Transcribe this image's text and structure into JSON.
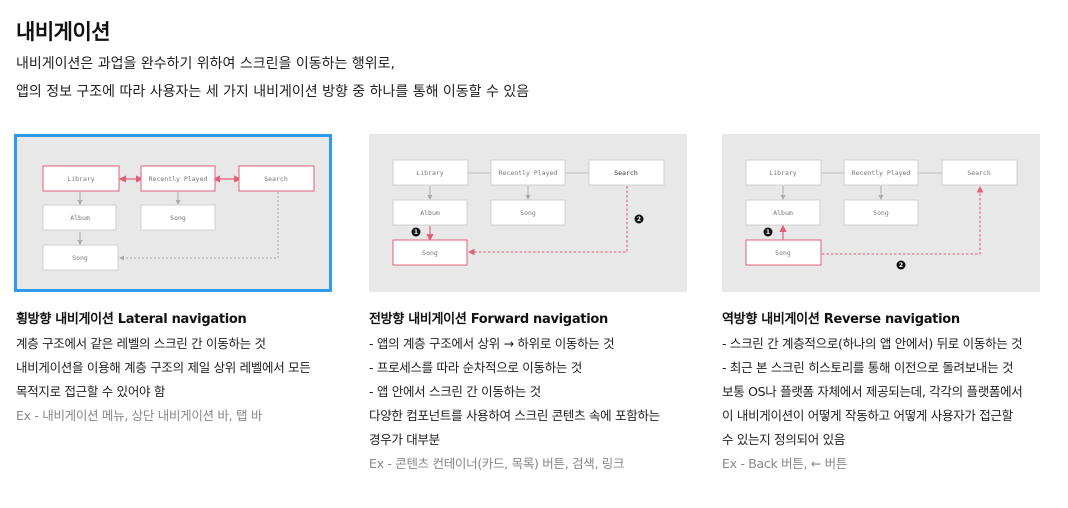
{
  "header": {
    "title": "내비게이션",
    "intro_lines": [
      "내비게이션은 과업을 완수하기 위하여 스크린을 이동하는 행위로,",
      "앱의 정보 구조에 따라 사용자는 세 가지 내비게이션 방향 중 하나를 통해 이동할 수 있음"
    ]
  },
  "colors": {
    "accent": "#e0607a",
    "selected_border": "#2f9bf0",
    "panel_bg": "#e8e8e8"
  },
  "diagrams": [
    {
      "library": "Library",
      "recently_played": "Recently Played",
      "search": "Search",
      "album": "Album",
      "song": "Song",
      "song2": "Song"
    },
    {
      "library": "Library",
      "recently_played": "Recently Played",
      "search": "Search",
      "album": "Album",
      "song": "Song",
      "song2": "Song",
      "badge1": "1",
      "badge2": "2"
    },
    {
      "library": "Library",
      "recently_played": "Recently Played",
      "search": "Search",
      "album": "Album",
      "song": "Song",
      "song2": "Song",
      "badge1": "1",
      "badge2": "2"
    }
  ],
  "columns": [
    {
      "heading": "횡방향 내비게이션 Lateral navigation",
      "lines": [
        "계층 구조에서 같은 레벨의 스크린 간 이동하는 것",
        "내비게이션을 이용해 계층 구조의 제일 상위 레벨에서 모든",
        "목적지로 접근할 수 있어야 함"
      ],
      "example": "Ex - 내비게이션 메뉴, 상단 내비게이션 바, 탭 바"
    },
    {
      "heading": "전방향 내비게이션 Forward navigation",
      "lines": [
        "- 앱의 계층 구조에서 상위 → 하위로 이동하는 것",
        "- 프로세스를 따라 순차적으로 이동하는 것",
        "- 앱 안에서 스크린 간 이동하는 것",
        "다양한 컴포넌트를 사용하여 스크린 콘텐츠 속에 포함하는",
        "경우가 대부분"
      ],
      "example": "Ex - 콘텐츠 컨테이너(카드, 목록) 버튼, 검색, 링크"
    },
    {
      "heading": "역방향 내비게이션 Reverse navigation",
      "lines": [
        "- 스크린 간 계층적으로(하나의 앱 안에서) 뒤로 이동하는 것",
        "- 최근 본 스크린 히스토리를 통해 이전으로 돌려보내는 것",
        "보통 OS나 플랫폼 자체에서 제공되는데, 각각의 플랫폼에서",
        "이 내비게이션이 어떻게 작동하고 어떻게 사용자가 접근할",
        "수 있는지 정의되어 있음"
      ],
      "example": "Ex - Back 버튼, ← 버튼"
    }
  ]
}
